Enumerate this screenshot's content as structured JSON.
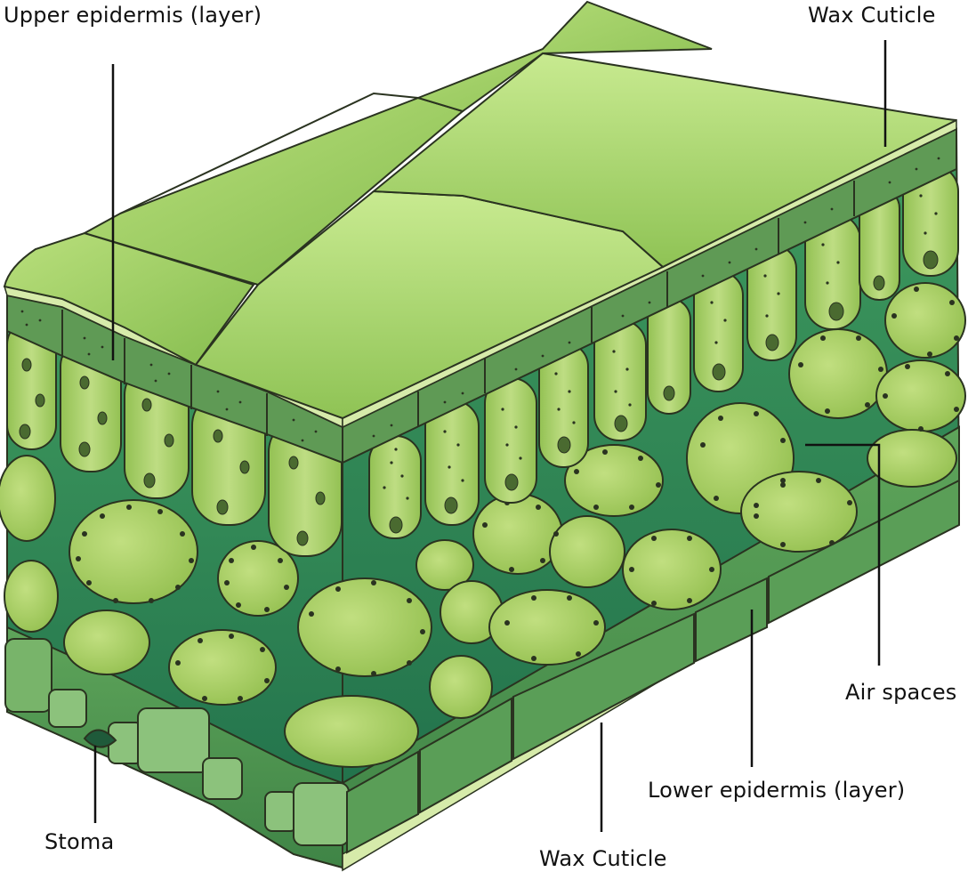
{
  "labels": {
    "upper_epidermis": "Upper epidermis (layer)",
    "wax_cuticle_top": "Wax Cuticle",
    "air_spaces": "Air spaces",
    "lower_epidermis": "Lower epidermis (layer)",
    "stoma": "Stoma",
    "wax_cuticle_bottom": "Wax Cuticle"
  },
  "colors": {
    "top_surface": "#9dcc62",
    "top_highlight": "#c2e58a",
    "cuticle": "#d6ebaa",
    "epidermis": "#5f9a55",
    "palisade": "#a9cf63",
    "spongy": "#a3c95a",
    "interior_dark": "#2f8457",
    "lower_epidermis": "#4f9350",
    "outline": "#2a3320"
  }
}
